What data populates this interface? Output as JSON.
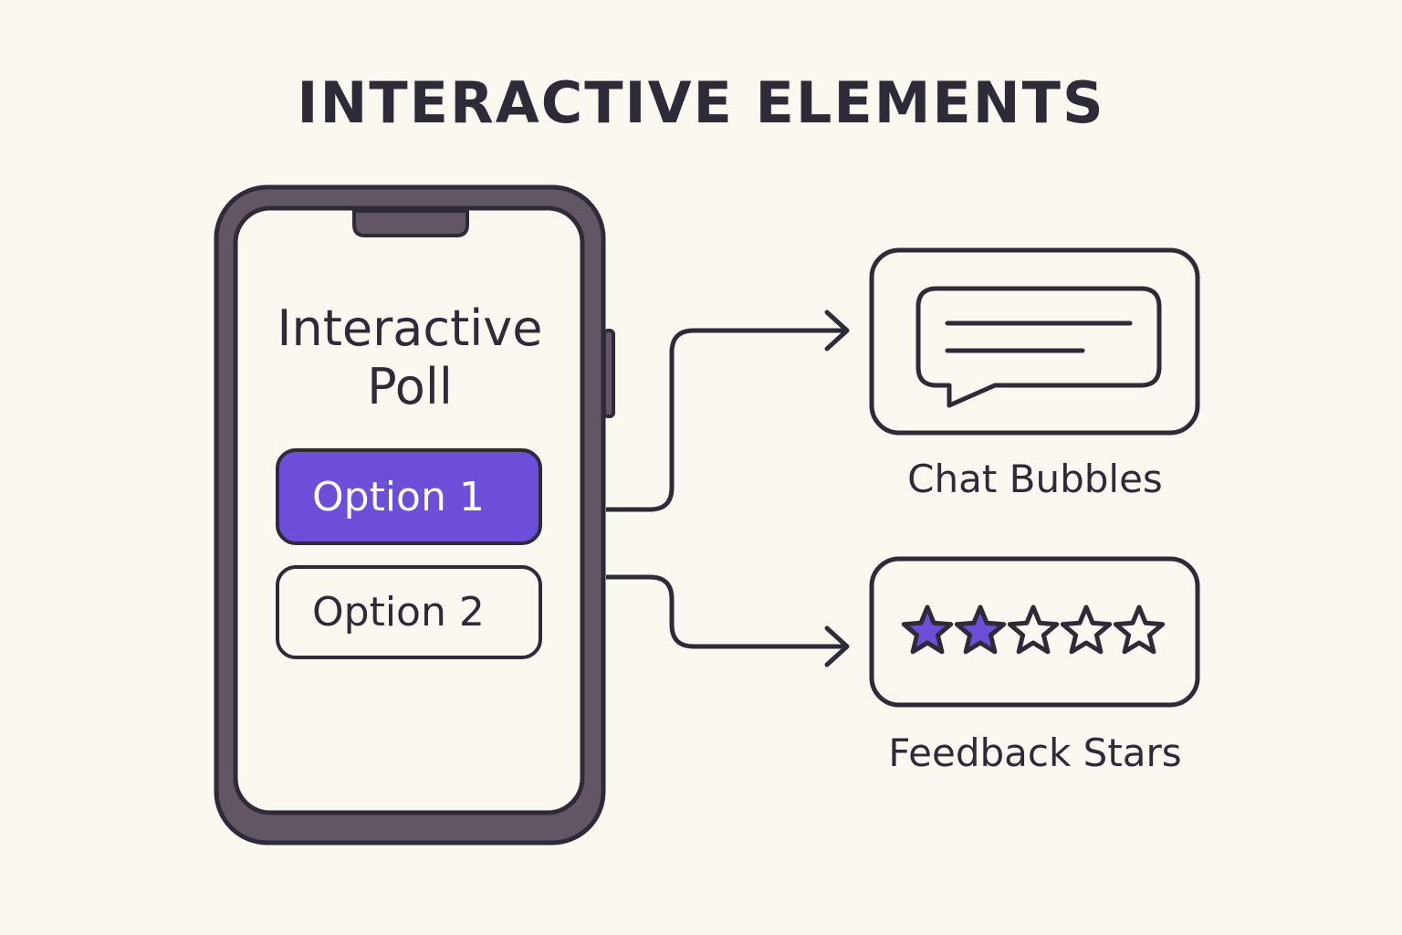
{
  "title": "INTERACTIVE ELEMENTS",
  "phone": {
    "heading_line1": "Interactive",
    "heading_line2": "Poll",
    "options": [
      {
        "label": "Option 1",
        "selected": true
      },
      {
        "label": "Option 2",
        "selected": false
      }
    ]
  },
  "elements": [
    {
      "caption": "Chat Bubbles",
      "icon": "chat-bubble-icon"
    },
    {
      "caption": "Feedback Stars",
      "icon": "star-icon"
    }
  ],
  "rating": {
    "filled": 2,
    "total": 5
  },
  "colors": {
    "background": "#fbf7f1",
    "ink": "#2e2a38",
    "phone_frame": "#625665",
    "accent": "#6d4ed8"
  }
}
